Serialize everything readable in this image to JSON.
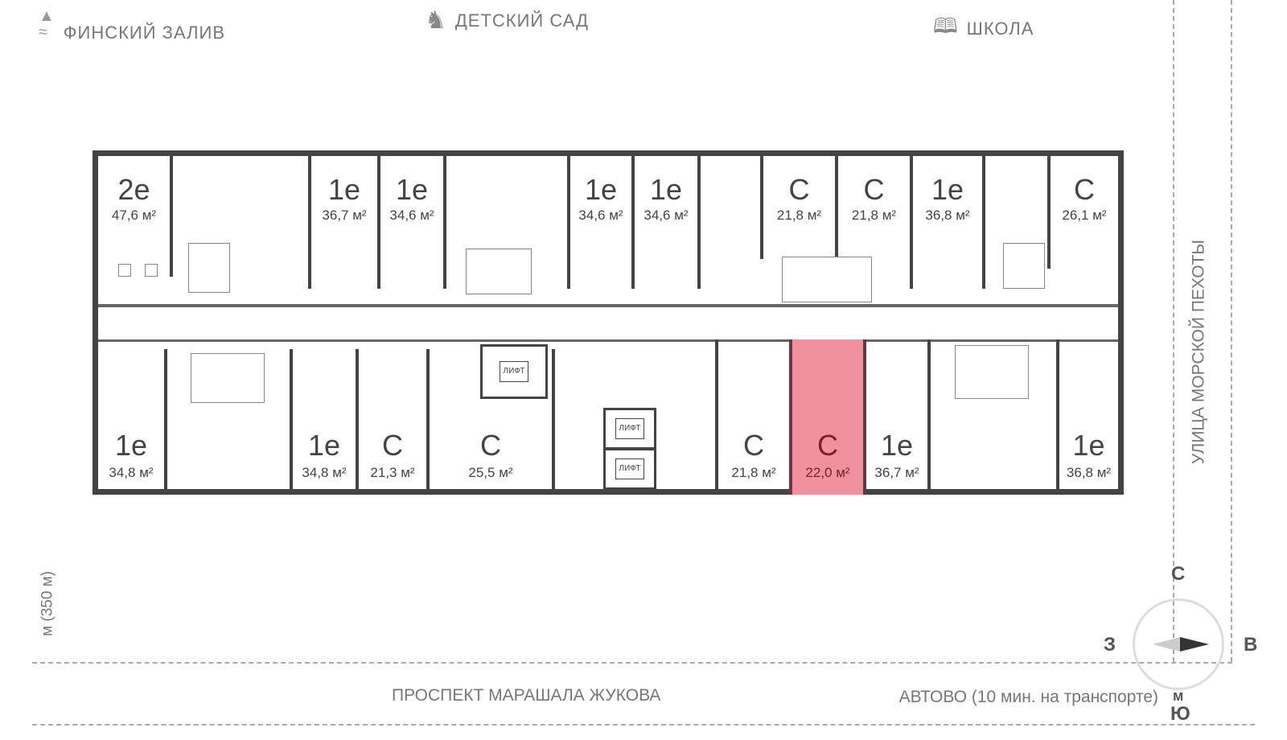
{
  "landmarks": {
    "gulf": "ФИНСКИЙ ЗАЛИВ",
    "kindergarten": "ДЕТСКИЙ САД",
    "school": "ШКОЛА"
  },
  "roads": {
    "south": "ПРОСПЕКТ МАРАШАЛА ЖУКОВА",
    "metro": "АВТОВО (10 мин. на транспорте)",
    "east": "УЛИЦА МОРСКОЙ ПЕХОТЫ",
    "metro_distance": "м (350 м)",
    "metro_symbol": "м"
  },
  "compass": {
    "n": "С",
    "w": "З",
    "e": "В",
    "s": "Ю"
  },
  "lift_label": "ЛИФТ",
  "highlight_color": "#f0919f",
  "units": [
    {
      "type": "2е",
      "area": "47,6 м²"
    },
    {
      "type": "1е",
      "area": "36,7 м²"
    },
    {
      "type": "1е",
      "area": "34,6 м²"
    },
    {
      "type": "1е",
      "area": "34,6 м²"
    },
    {
      "type": "1е",
      "area": "34,6 м²"
    },
    {
      "type": "С",
      "area": "21,8 м²"
    },
    {
      "type": "С",
      "area": "21,8 м²"
    },
    {
      "type": "1е",
      "area": "36,8 м²"
    },
    {
      "type": "С",
      "area": "26,1 м²"
    },
    {
      "type": "1е",
      "area": "34,8 м²"
    },
    {
      "type": "1е",
      "area": "34,8 м²"
    },
    {
      "type": "С",
      "area": "21,3 м²"
    },
    {
      "type": "С",
      "area": "25,5 м²"
    },
    {
      "type": "С",
      "area": "21,8 м²"
    },
    {
      "type": "С",
      "area": "22,0 м²",
      "selected": true
    },
    {
      "type": "1е",
      "area": "36,7 м²"
    },
    {
      "type": "1е",
      "area": "36,8 м²"
    }
  ]
}
